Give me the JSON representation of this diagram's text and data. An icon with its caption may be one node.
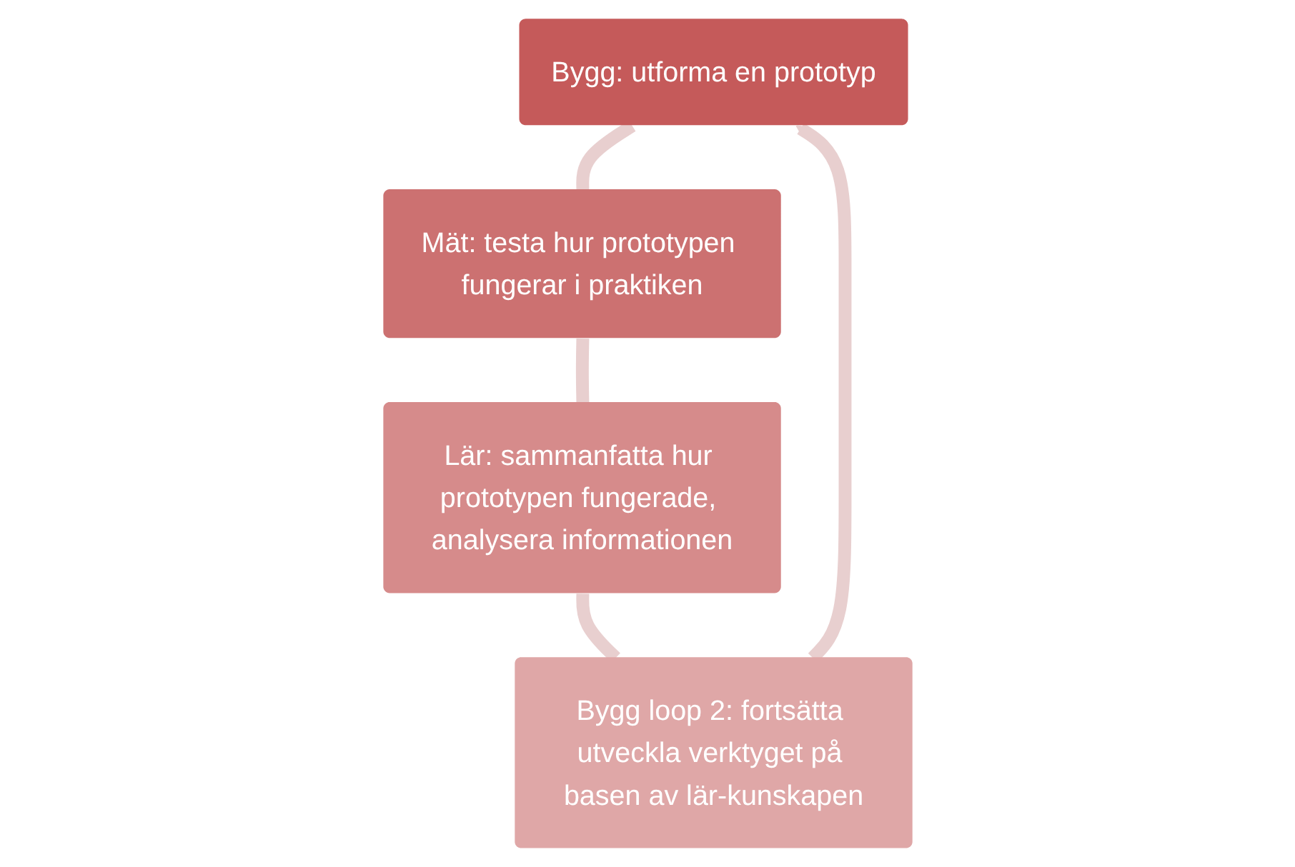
{
  "diagram": {
    "nodes": [
      {
        "text": [
          "Bygg: utforma en prototyp"
        ]
      },
      {
        "text": [
          "Mät: testa hur prototypen fungerar i praktiken"
        ]
      },
      {
        "text": [
          "Lär: sammanfatta hur prototypen fungerade, analysera informationen"
        ]
      },
      {
        "text": [
          "Bygg loop 2: fortsätta utveckla verktyget på basen av lär-kunskapen"
        ]
      }
    ],
    "edges": [
      {
        "from": 0,
        "to": 1,
        "arrow": "none",
        "color": "#e8cfcf"
      },
      {
        "from": 1,
        "to": 2,
        "arrow": "none",
        "color": "#e8cfcf"
      },
      {
        "from": 2,
        "to": 3,
        "arrow": "none",
        "color": "#e8cfcf"
      },
      {
        "from": 3,
        "to": 0,
        "arrow": "to",
        "color": "#e8cfcf"
      }
    ]
  }
}
